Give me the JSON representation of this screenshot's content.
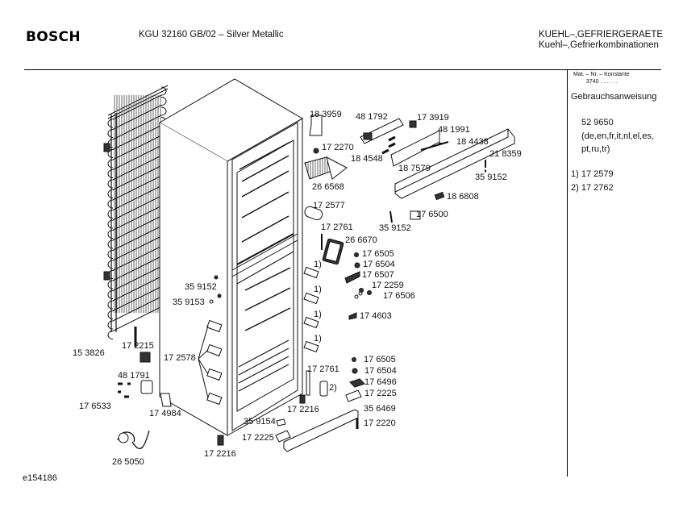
{
  "header": {
    "brand": "BOSCH",
    "model": "KGU 32160 GB/02 – Silver Metallic",
    "category_line1": "KUEHL–,GEFRIERGERAETE",
    "category_line2": "Kuehl–,Gefrierkombinationen"
  },
  "side_panel": {
    "mat_label": "Mat. – Nr. – Konstante",
    "mat_value": "3740 . .   . . . .",
    "manual_title": "Gebrauchsanweisung",
    "manual_number": "52 9650",
    "manual_languages_1": "(de,en,fr,it,nl,el,es,",
    "manual_languages_2": "pt,ru,tr)",
    "footnotes": [
      {
        "marker": "1)",
        "part": "17 2579"
      },
      {
        "marker": "2)",
        "part": "17 2762"
      }
    ]
  },
  "parts": [
    {
      "id": "183959",
      "label": "18 3959"
    },
    {
      "id": "481792",
      "label": "48 1792"
    },
    {
      "id": "173919",
      "label": "17 3919"
    },
    {
      "id": "481991",
      "label": "48 1991"
    },
    {
      "id": "172270",
      "label": "17 2270"
    },
    {
      "id": "184438",
      "label": "18 4438"
    },
    {
      "id": "184548",
      "label": "18 4548"
    },
    {
      "id": "218359",
      "label": "21 8359"
    },
    {
      "id": "187579",
      "label": "18 7579"
    },
    {
      "id": "266568",
      "label": "26 6568"
    },
    {
      "id": "359152a",
      "label": "35 9152"
    },
    {
      "id": "186808",
      "label": "18 6808"
    },
    {
      "id": "172577",
      "label": "17 2577"
    },
    {
      "id": "176500",
      "label": "17 6500"
    },
    {
      "id": "359152b",
      "label": "35 9152"
    },
    {
      "id": "172761a",
      "label": "17 2761"
    },
    {
      "id": "266670",
      "label": "26 6670"
    },
    {
      "id": "176505a",
      "label": "17 6505"
    },
    {
      "id": "176504a",
      "label": "17 6504"
    },
    {
      "id": "176507",
      "label": "17 6507"
    },
    {
      "id": "172259",
      "label": "17 2259"
    },
    {
      "id": "176506",
      "label": "17 6506"
    },
    {
      "id": "174603",
      "label": "17 4603"
    },
    {
      "id": "359152c",
      "label": "35 9152"
    },
    {
      "id": "359153",
      "label": "35 9153"
    },
    {
      "id": "153826",
      "label": "15 3826"
    },
    {
      "id": "172215",
      "label": "17 2215"
    },
    {
      "id": "172578",
      "label": "17 2578"
    },
    {
      "id": "481791",
      "label": "48 1791"
    },
    {
      "id": "176533",
      "label": "17 6533"
    },
    {
      "id": "174984",
      "label": "17 4984"
    },
    {
      "id": "265050",
      "label": "26 5050"
    },
    {
      "id": "172216a",
      "label": "17 2216"
    },
    {
      "id": "172216b",
      "label": "17 2216"
    },
    {
      "id": "359154",
      "label": "35 9154"
    },
    {
      "id": "172225a",
      "label": "17 2225"
    },
    {
      "id": "172761b",
      "label": "17 2761"
    },
    {
      "id": "176505b",
      "label": "17 6505"
    },
    {
      "id": "176504b",
      "label": "17 6504"
    },
    {
      "id": "176496",
      "label": "17 6496"
    },
    {
      "id": "172225b",
      "label": "17 2225"
    },
    {
      "id": "356469",
      "label": "35 6469"
    },
    {
      "id": "172220",
      "label": "17 2220"
    }
  ],
  "footnote_markers": [
    "1)",
    "1)",
    "1)",
    "1)",
    "2)"
  ],
  "footer": {
    "drawing_id": "e154186"
  }
}
